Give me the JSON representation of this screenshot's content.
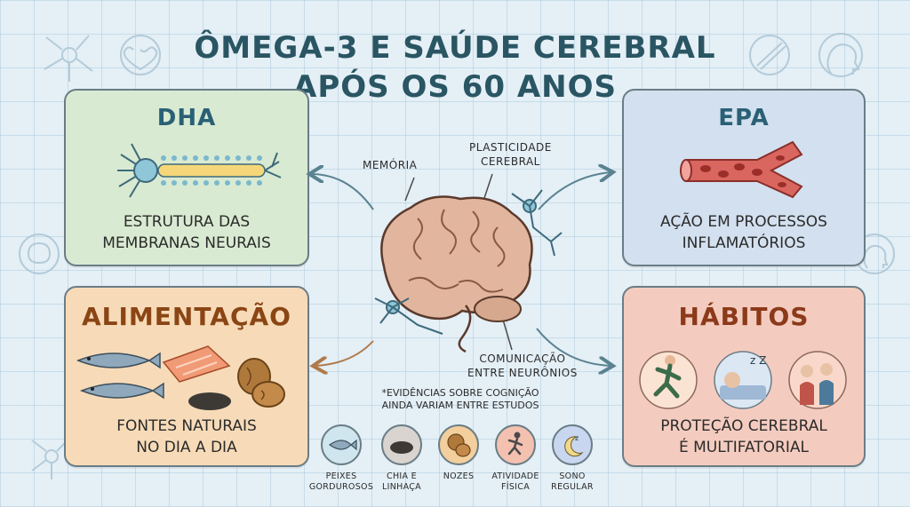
{
  "title": {
    "line1": "ÔMEGA-3 E SAÚDE CEREBRAL",
    "line2": "APÓS OS 60 ANOS"
  },
  "cards": {
    "dha": {
      "heading": "DHA",
      "caption": "ESTRUTURA DAS\nMEMBRANAS NEURAIS"
    },
    "epa": {
      "heading": "EPA",
      "caption": "AÇÃO EM PROCESSOS\nINFLAMATÓRIOS"
    },
    "alimentacao": {
      "heading": "ALIMENTAÇÃO",
      "caption": "FONTES NATURAIS\nNO DIA A DIA"
    },
    "habitos": {
      "heading": "HÁBITOS",
      "caption": "PROTEÇÃO CEREBRAL\nÉ MULTIFATORIAL"
    }
  },
  "brain_labels": {
    "memoria": "MEMÓRIA",
    "plasticidade": "PLASTICIDADE\nCEREBRAL",
    "comunicacao": "COMUNICAÇÃO\nENTRE NEURÔNIOS"
  },
  "note": "*EVIDÊNCIAS SOBRE COGNIÇÃO\nAINDA VARIAM ENTRE ESTUDOS",
  "icon_row": [
    {
      "icon": "fish-icon",
      "label": "PEIXES\nGORDUROSOS",
      "color": "#cfe6ee"
    },
    {
      "icon": "seeds-icon",
      "label": "CHIA E\nLINHAÇA",
      "color": "#d9d4cf"
    },
    {
      "icon": "walnut-icon",
      "label": "NOZES",
      "color": "#f3cf9e"
    },
    {
      "icon": "running-icon",
      "label": "ATIVIDADE\nFÍSICA",
      "color": "#f4c1b0"
    },
    {
      "icon": "moon-icon",
      "label": "SONO\nREGULAR",
      "color": "#c9d6ef"
    }
  ],
  "colors": {
    "background": "#e4eff6",
    "title": "#2a5563",
    "dha_card": "#d9ead2",
    "epa_card": "#d3e0ef",
    "alimentacao_card": "#f7dbb8",
    "habitos_card": "#f4ccbf",
    "arrow": "#5a8290"
  }
}
